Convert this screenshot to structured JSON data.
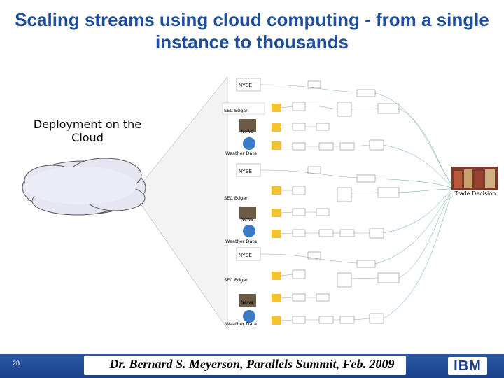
{
  "title": "Scaling streams using cloud computing - from a single instance to thousands",
  "cloud_label": "Deployment on the Cloud",
  "sources": {
    "nyse": "NYSE",
    "sec": "SEC Edgar",
    "news": "News",
    "weather": "Weather Data"
  },
  "trade_decision": "Trade Decision",
  "footer": {
    "page_number": "28",
    "text": "Dr. Bernard S. Meyerson, Parallels Summit, Feb. 2009",
    "logo": "IBM"
  },
  "colors": {
    "title": "#1f4e9c",
    "footer_bar": "#2b5aa8",
    "cloud_fill": "#e6e6f2",
    "node_fill": "#ffffff"
  }
}
